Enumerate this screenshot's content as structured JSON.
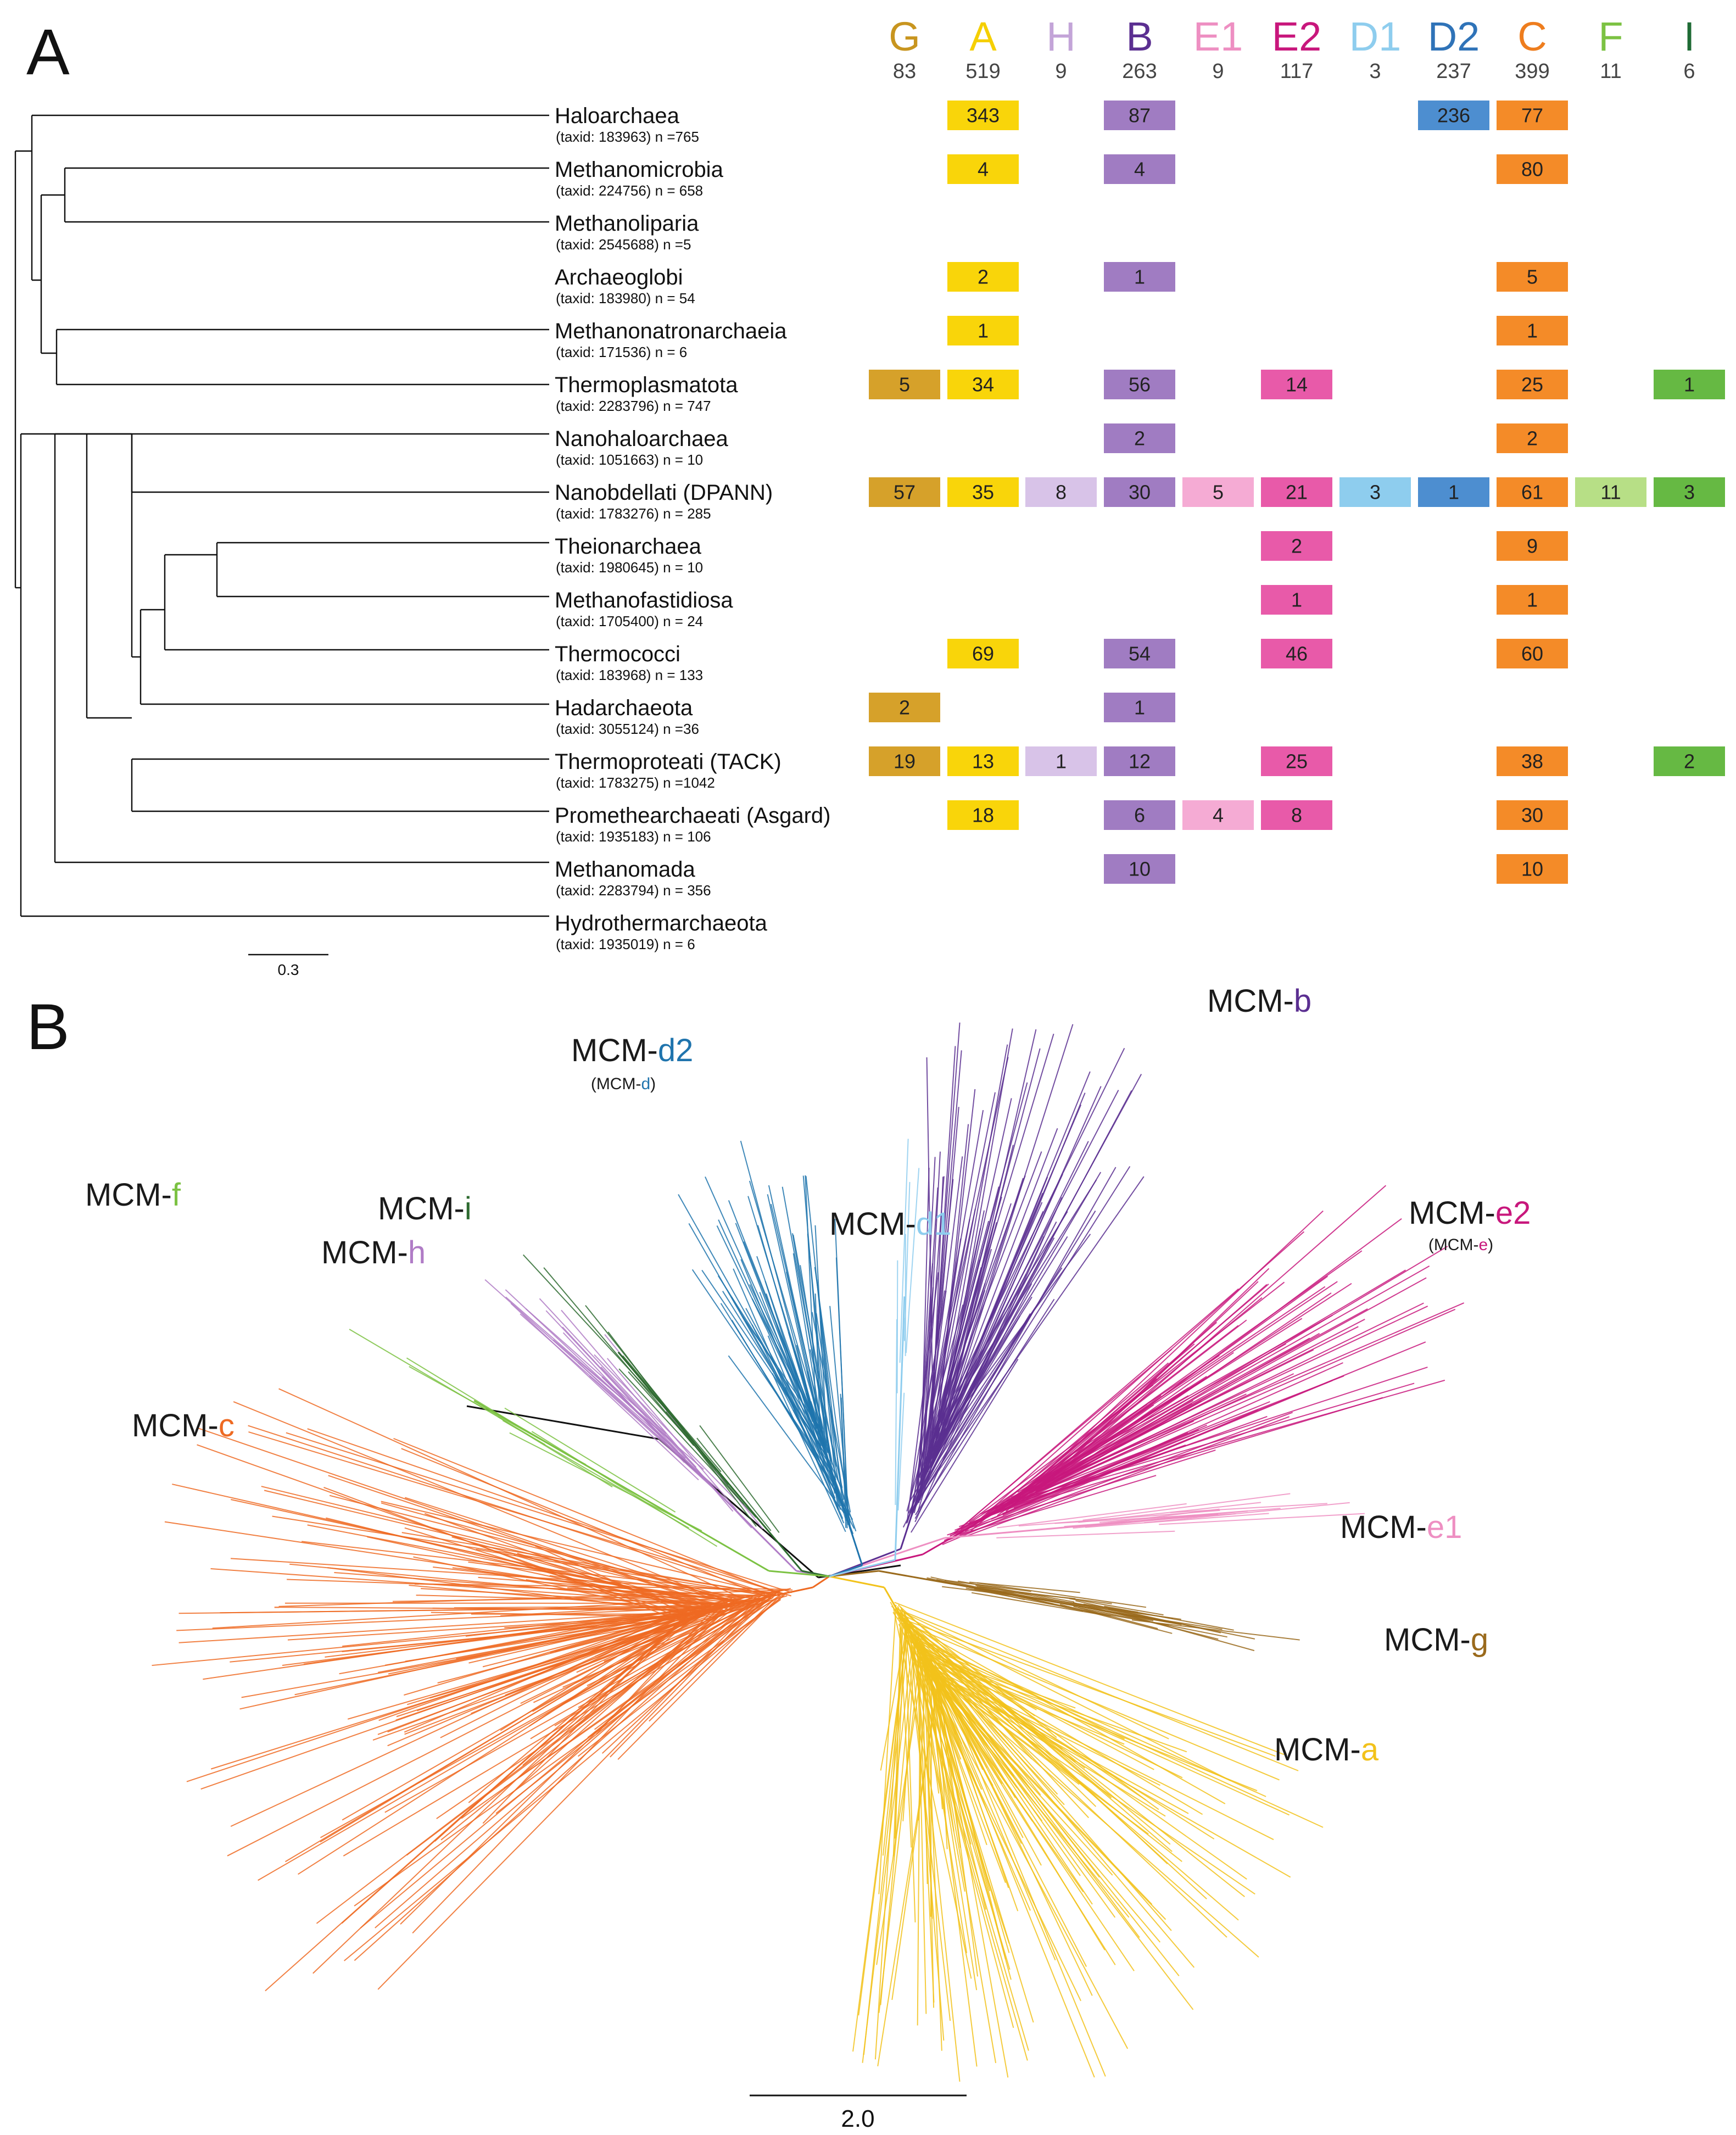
{
  "panelA": {
    "letter": "A",
    "groups": [
      {
        "label": "G",
        "count": "83",
        "color": "#c8951f",
        "cell": "#d6a12a"
      },
      {
        "label": "A",
        "count": "519",
        "color": "#f5cf00",
        "cell": "#f9d50a"
      },
      {
        "label": "H",
        "count": "9",
        "color": "#c3a4d8",
        "cell": "#d8c3e8"
      },
      {
        "label": "B",
        "count": "263",
        "color": "#5b2f91",
        "cell": "#a07cc2"
      },
      {
        "label": "E1",
        "count": "9",
        "color": "#ee8fc2",
        "cell": "#f5abd4"
      },
      {
        "label": "E2",
        "count": "117",
        "color": "#c8177c",
        "cell": "#e85aa9"
      },
      {
        "label": "D1",
        "count": "3",
        "color": "#8ecdee",
        "cell": "#8ecdee"
      },
      {
        "label": "D2",
        "count": "237",
        "color": "#2f73b8",
        "cell": "#4d8ed0"
      },
      {
        "label": "C",
        "count": "399",
        "color": "#ee7d1e",
        "cell": "#f48b28"
      },
      {
        "label": "F",
        "count": "11",
        "color": "#7cc243",
        "cell": "#b7df86"
      },
      {
        "label": "I",
        "count": "6",
        "color": "#1f6b35",
        "cell": "#66b943"
      }
    ],
    "taxa": [
      {
        "name": "Haloarchaea",
        "sub": "(taxid: 183963) n =765",
        "cells": [
          null,
          "343",
          null,
          "87",
          null,
          null,
          null,
          "236",
          "77",
          null,
          null
        ]
      },
      {
        "name": "Methanomicrobia",
        "sub": "(taxid: 224756) n = 658",
        "cells": [
          null,
          "4",
          null,
          "4",
          null,
          null,
          null,
          null,
          "80",
          null,
          null
        ]
      },
      {
        "name": "Methanoliparia",
        "sub": "(taxid: 2545688) n =5",
        "cells": [
          null,
          null,
          null,
          null,
          null,
          null,
          null,
          null,
          null,
          null,
          null
        ]
      },
      {
        "name": "Archaeoglobi",
        "sub": "(taxid: 183980) n = 54",
        "cells": [
          null,
          "2",
          null,
          "1",
          null,
          null,
          null,
          null,
          "5",
          null,
          null
        ]
      },
      {
        "name": "Methanonatronarchaeia",
        "sub": "(taxid: 171536) n = 6",
        "cells": [
          null,
          "1",
          null,
          null,
          null,
          null,
          null,
          null,
          "1",
          null,
          null
        ]
      },
      {
        "name": "Thermoplasmatota",
        "sub": "(taxid: 2283796) n = 747",
        "cells": [
          "5",
          "34",
          null,
          "56",
          null,
          "14",
          null,
          null,
          "25",
          null,
          "1"
        ]
      },
      {
        "name": "Nanohaloarchaea",
        "sub": "(taxid: 1051663) n = 10",
        "cells": [
          null,
          null,
          null,
          "2",
          null,
          null,
          null,
          null,
          "2",
          null,
          null
        ]
      },
      {
        "name": "Nanobdellati (DPANN)",
        "sub": "(taxid: 1783276) n = 285",
        "cells": [
          "57",
          "35",
          "8",
          "30",
          "5",
          "21",
          "3",
          "1",
          "61",
          "11",
          "3"
        ]
      },
      {
        "name": "Theionarchaea",
        "sub": "(taxid: 1980645) n = 10",
        "cells": [
          null,
          null,
          null,
          null,
          null,
          "2",
          null,
          null,
          "9",
          null,
          null
        ]
      },
      {
        "name": "Methanofastidiosa",
        "sub": "(taxid: 1705400) n = 24",
        "cells": [
          null,
          null,
          null,
          null,
          null,
          "1",
          null,
          null,
          "1",
          null,
          null
        ]
      },
      {
        "name": "Thermococci",
        "sub": "(taxid: 183968) n = 133",
        "cells": [
          null,
          "69",
          null,
          "54",
          null,
          "46",
          null,
          null,
          "60",
          null,
          null
        ]
      },
      {
        "name": "Hadarchaeota",
        "sub": "(taxid: 3055124) n =36",
        "cells": [
          "2",
          null,
          null,
          "1",
          null,
          null,
          null,
          null,
          null,
          null,
          null
        ]
      },
      {
        "name": "Thermoproteati (TACK)",
        "sub": "(taxid: 1783275) n =1042",
        "cells": [
          "19",
          "13",
          "1",
          "12",
          null,
          "25",
          null,
          null,
          "38",
          null,
          "2"
        ]
      },
      {
        "name": "Promethearchaeati (Asgard)",
        "sub": "(taxid: 1935183) n = 106",
        "cells": [
          null,
          "18",
          null,
          "6",
          "4",
          "8",
          null,
          null,
          "30",
          null,
          null
        ]
      },
      {
        "name": "Methanomada",
        "sub": "(taxid: 2283794) n = 356",
        "cells": [
          null,
          null,
          null,
          "10",
          null,
          null,
          null,
          null,
          "10",
          null,
          null
        ]
      },
      {
        "name": "Hydrothermarchaeota",
        "sub": "(taxid: 1935019) n = 6",
        "cells": [
          null,
          null,
          null,
          null,
          null,
          null,
          null,
          null,
          null,
          null,
          null
        ]
      }
    ],
    "scale_label": "0.3"
  },
  "panelB": {
    "letter": "B",
    "prefix": "MCM-",
    "clades": [
      {
        "id": "b",
        "label": "b",
        "color": "#5b2f91"
      },
      {
        "id": "d2",
        "label": "d2",
        "color": "#1f74ad",
        "sub_prefix": "(MCM-",
        "sub": "d",
        "sub_suffix": ")"
      },
      {
        "id": "f",
        "label": "f",
        "color": "#7cc243"
      },
      {
        "id": "i",
        "label": "i",
        "color": "#2e6b30"
      },
      {
        "id": "h",
        "label": "h",
        "color": "#b07cc6"
      },
      {
        "id": "d1",
        "label": "d1",
        "color": "#8ecdee"
      },
      {
        "id": "e2",
        "label": "e2",
        "color": "#c8177c",
        "sub_prefix": "(MCM-",
        "sub": "e",
        "sub_suffix": ")"
      },
      {
        "id": "c",
        "label": "c",
        "color": "#ee6a22"
      },
      {
        "id": "e1",
        "label": "e1",
        "color": "#ee8fc2"
      },
      {
        "id": "g",
        "label": "g",
        "color": "#9a6a1c"
      },
      {
        "id": "a",
        "label": "a",
        "color": "#f2c21b"
      }
    ],
    "scale_label": "2.0"
  }
}
